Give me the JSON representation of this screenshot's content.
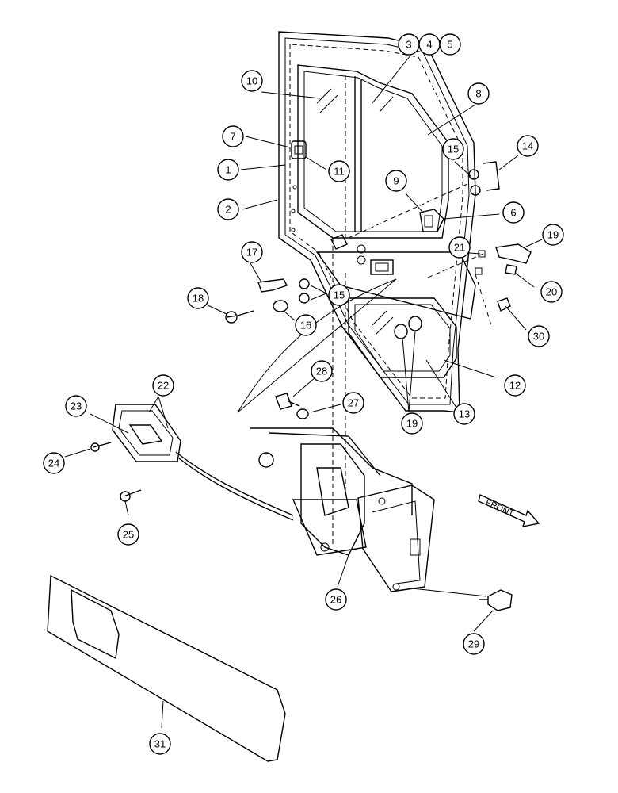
{
  "diagram": {
    "front_label": "FRONT",
    "callouts": [
      {
        "id": "c1",
        "label": "1"
      },
      {
        "id": "c2",
        "label": "2"
      },
      {
        "id": "c3",
        "label": "3"
      },
      {
        "id": "c4",
        "label": "4"
      },
      {
        "id": "c5",
        "label": "5"
      },
      {
        "id": "c6",
        "label": "6"
      },
      {
        "id": "c7",
        "label": "7"
      },
      {
        "id": "c8",
        "label": "8"
      },
      {
        "id": "c9",
        "label": "9"
      },
      {
        "id": "c10",
        "label": "10"
      },
      {
        "id": "c11",
        "label": "11"
      },
      {
        "id": "c12",
        "label": "12"
      },
      {
        "id": "c13",
        "label": "13"
      },
      {
        "id": "c14",
        "label": "14"
      },
      {
        "id": "c15a",
        "label": "15"
      },
      {
        "id": "c15b",
        "label": "15"
      },
      {
        "id": "c16",
        "label": "16"
      },
      {
        "id": "c17",
        "label": "17"
      },
      {
        "id": "c18",
        "label": "18"
      },
      {
        "id": "c19a",
        "label": "19"
      },
      {
        "id": "c19b",
        "label": "19"
      },
      {
        "id": "c20",
        "label": "20"
      },
      {
        "id": "c21",
        "label": "21"
      },
      {
        "id": "c22",
        "label": "22"
      },
      {
        "id": "c23",
        "label": "23"
      },
      {
        "id": "c24",
        "label": "24"
      },
      {
        "id": "c25",
        "label": "25"
      },
      {
        "id": "c26",
        "label": "26"
      },
      {
        "id": "c27",
        "label": "27"
      },
      {
        "id": "c28",
        "label": "28"
      },
      {
        "id": "c29",
        "label": "29"
      },
      {
        "id": "c30",
        "label": "30"
      },
      {
        "id": "c31",
        "label": "31"
      }
    ]
  }
}
